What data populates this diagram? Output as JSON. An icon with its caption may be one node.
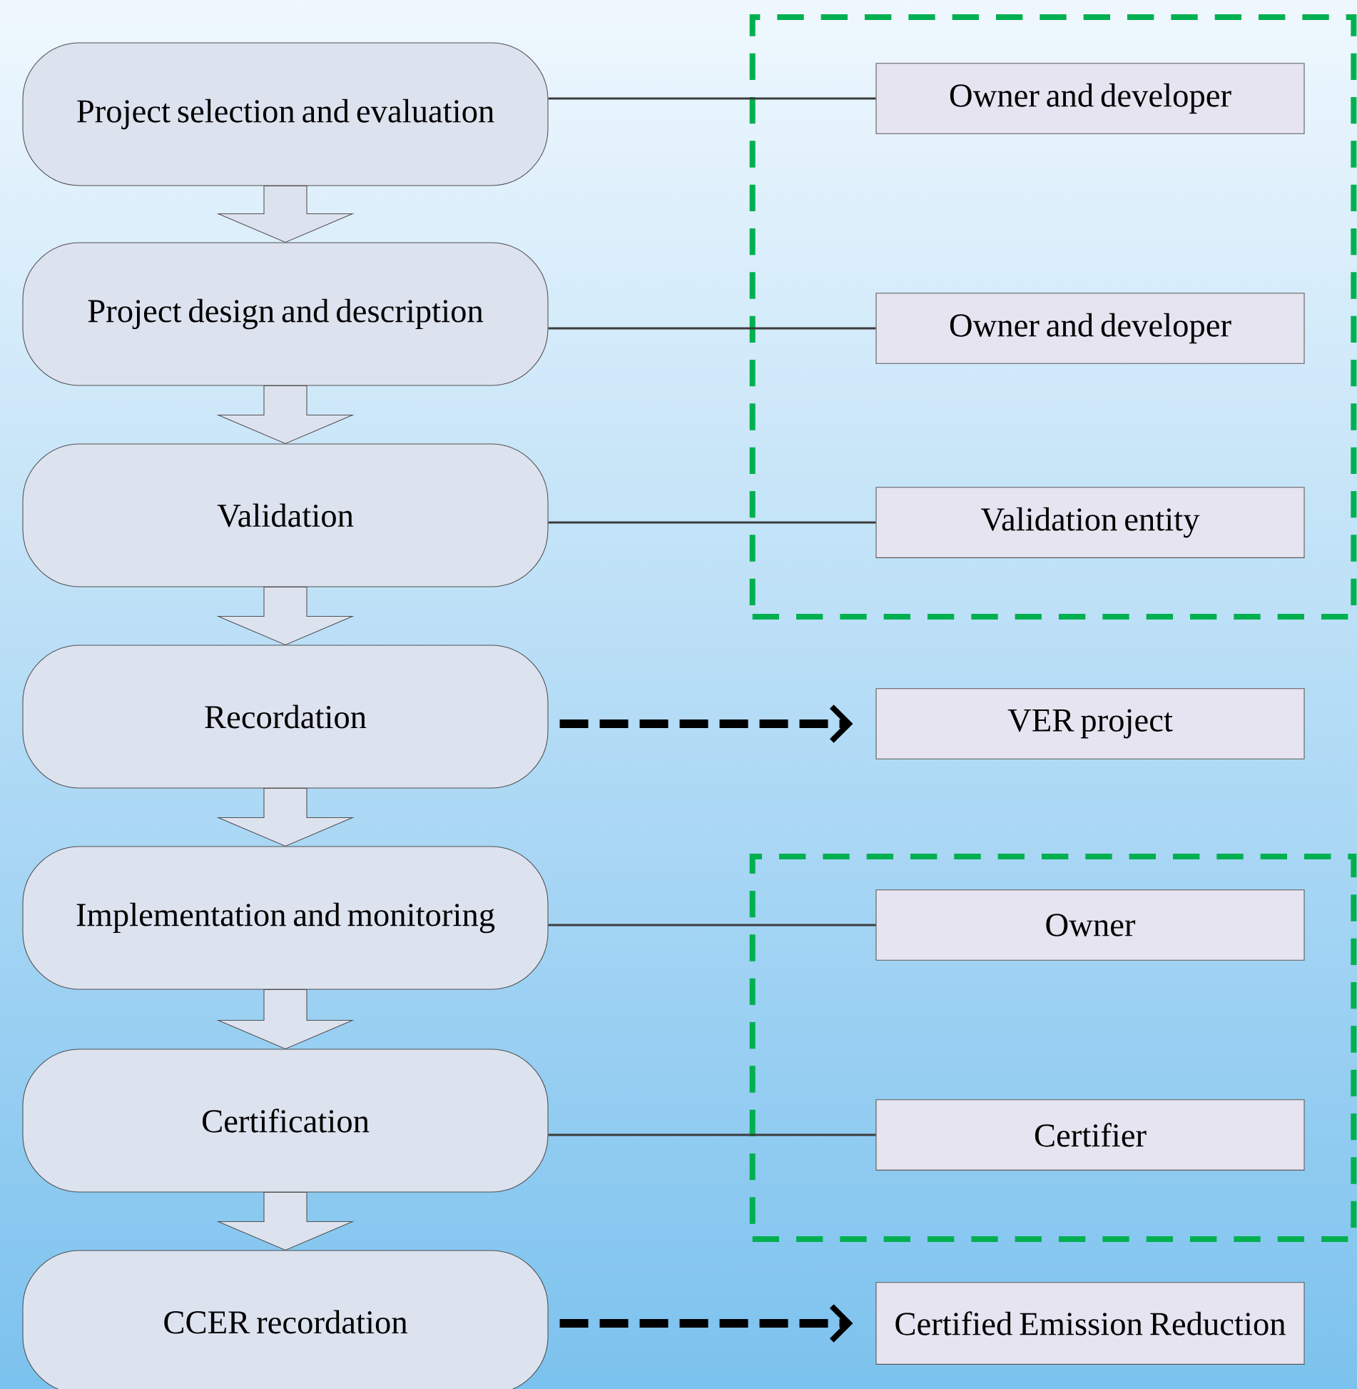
{
  "diagram": {
    "nodes": [
      {
        "text": [
          "Project selection and evaluation"
        ]
      },
      {
        "text": [
          "Project design and description"
        ]
      },
      {
        "text": [
          "Validation"
        ]
      },
      {
        "text": [
          "Recordation"
        ]
      },
      {
        "text": [
          "Implementation and monitoring"
        ]
      },
      {
        "text": [
          "Certification"
        ]
      },
      {
        "text": [
          "CCER recordation"
        ]
      },
      {
        "text": [],
        "shape": "box"
      },
      {
        "text": [
          "Owner and developer"
        ],
        "in": 7
      },
      {
        "text": [
          "Owner and developer"
        ],
        "in": 7
      },
      {
        "text": [
          "Validation entity"
        ],
        "in": 7
      },
      {
        "text": [
          "VER project"
        ]
      },
      {
        "text": [],
        "shape": "box"
      },
      {
        "text": [
          "Owner"
        ],
        "in": 12
      },
      {
        "text": [
          "Certifier"
        ],
        "in": 12
      },
      {
        "text": [
          "Certified Emission Reduction"
        ]
      }
    ],
    "edges": [
      {
        "from": 0,
        "to": 1,
        "arrow": "to"
      },
      {
        "from": 1,
        "to": 2,
        "arrow": "to"
      },
      {
        "from": 2,
        "to": 3,
        "arrow": "to"
      },
      {
        "from": 3,
        "to": 4,
        "arrow": "to"
      },
      {
        "from": 4,
        "to": 5,
        "arrow": "to"
      },
      {
        "from": 5,
        "to": 6,
        "arrow": "to"
      },
      {
        "from": 0,
        "to": 8,
        "arrow": "none"
      },
      {
        "from": 1,
        "to": 9,
        "arrow": "none"
      },
      {
        "from": 2,
        "to": 10,
        "arrow": "none"
      },
      {
        "from": 3,
        "to": 11,
        "arrow": "to",
        "style": "dashed",
        "color": "#000000"
      },
      {
        "from": 4,
        "to": 13,
        "arrow": "none"
      },
      {
        "from": 5,
        "to": 14,
        "arrow": "none"
      },
      {
        "from": 6,
        "to": 15,
        "arrow": "to",
        "style": "dashed",
        "color": "#000000"
      }
    ]
  }
}
